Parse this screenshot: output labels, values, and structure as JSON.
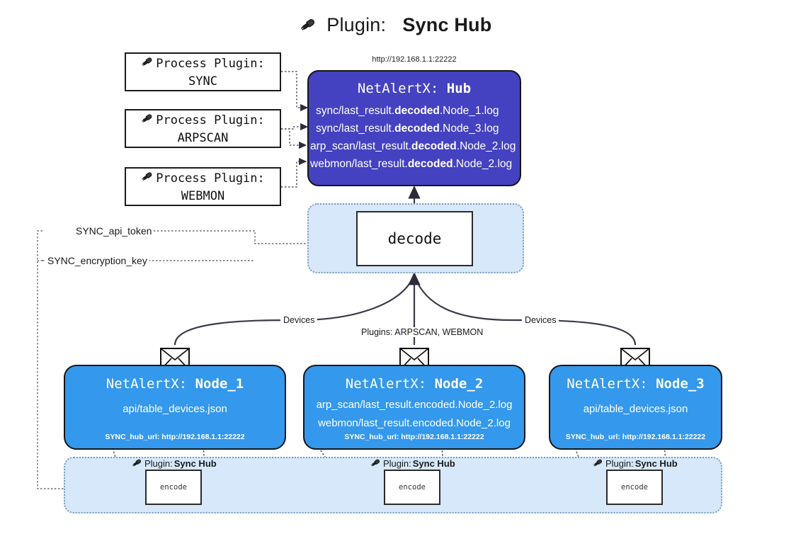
{
  "title": {
    "icon": "plug-icon",
    "label": "Plugin:",
    "value": "Sync Hub"
  },
  "process_plugins": [
    {
      "icon": "plug-icon",
      "label": "Process Plugin:",
      "name": "SYNC"
    },
    {
      "icon": "plug-icon",
      "label": "Process Plugin:",
      "name": "ARPSCAN"
    },
    {
      "icon": "plug-icon",
      "label": "Process Plugin:",
      "name": "WEBMON"
    }
  ],
  "hub": {
    "url": "http://192.168.1.1:22222",
    "app": "NetAlertX:",
    "name": "Hub",
    "logs": [
      {
        "pre": "sync/last_result.",
        "em": "decoded",
        "post": ".Node_1.log"
      },
      {
        "pre": "sync/last_result.",
        "em": "decoded",
        "post": ".Node_3.log"
      },
      {
        "pre": "arp_scan/last_result.",
        "em": "decoded",
        "post": ".Node_2.log"
      },
      {
        "pre": "webmon/last_result.",
        "em": "decoded",
        "post": ".Node_2.log"
      }
    ]
  },
  "decode": {
    "label": "decode"
  },
  "tokens": [
    {
      "label": "SYNC_api_token"
    },
    {
      "label": "SYNC_encryption_key"
    }
  ],
  "edge_labels": {
    "devices_left": "Devices",
    "plugins_center": "Plugins: ARPSCAN, WEBMON",
    "devices_right": "Devices"
  },
  "nodes": [
    {
      "icon": "envelope-icon",
      "app": "NetAlertX:",
      "name": "Node_1",
      "lines": [
        "api/table_devices.json"
      ],
      "hub_url": "SYNC_hub_url: http://192.168.1.1:22222"
    },
    {
      "icon": "envelope-icon",
      "app": "NetAlertX:",
      "name": "Node_2",
      "lines": [
        "arp_scan/last_result.encoded.Node_2.log",
        "webmon/last_result.encoded.Node_2.log"
      ],
      "hub_url": "SYNC_hub_url: http://192.168.1.1:22222"
    },
    {
      "icon": "envelope-icon",
      "app": "NetAlertX:",
      "name": "Node_3",
      "lines": [
        "api/table_devices.json"
      ],
      "hub_url": "SYNC_hub_url: http://192.168.1.1:22222"
    }
  ],
  "encoders": [
    {
      "icon": "plug-icon",
      "label": "Plugin:",
      "value": "Sync Hub",
      "box": "encode"
    },
    {
      "icon": "plug-icon",
      "label": "Plugin:",
      "value": "Sync Hub",
      "box": "encode"
    },
    {
      "icon": "plug-icon",
      "label": "Plugin:",
      "value": "Sync Hub",
      "box": "encode"
    }
  ],
  "colors": {
    "hub_fill": "#4442c0",
    "node_fill": "#3498ec",
    "panel_fill": "#d6e8f9",
    "panel_border": "#7a9ec2",
    "stroke": "#1b1b1b",
    "background": "#ffffff"
  }
}
